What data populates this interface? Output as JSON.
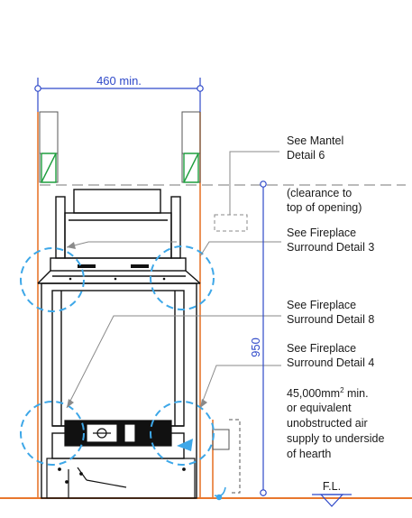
{
  "diagram": {
    "dimensions": {
      "width_min": "460 min.",
      "height": "950"
    },
    "callouts": {
      "mantel_l1": "See Mantel",
      "mantel_l2": "Detail 6",
      "clearance_l1": "(clearance to",
      "clearance_l2": "top of opening)",
      "surround3_l1": "See Fireplace",
      "surround3_l2": "Surround Detail 3",
      "surround8_l1": "See Fireplace",
      "surround8_l2": "Surround Detail 8",
      "surround4_l1": "See Fireplace",
      "surround4_l2": "Surround Detail 4",
      "air_value": "45,000mm",
      "air_sup": "2",
      "air_suffix": " min.",
      "air_l2": "or equivalent",
      "air_l3": "unobstructed air",
      "air_l4": "supply to underside",
      "air_l5": "of hearth",
      "floor_level": "F.L."
    },
    "colors": {
      "dimension_blue": "#2f49c9",
      "detail_circle_blue": "#3da7e8",
      "frame_orange": "#e8772e",
      "flue_green": "#1e9e3e",
      "line_black": "#111111",
      "leader_grey": "#8a8a8a"
    }
  }
}
